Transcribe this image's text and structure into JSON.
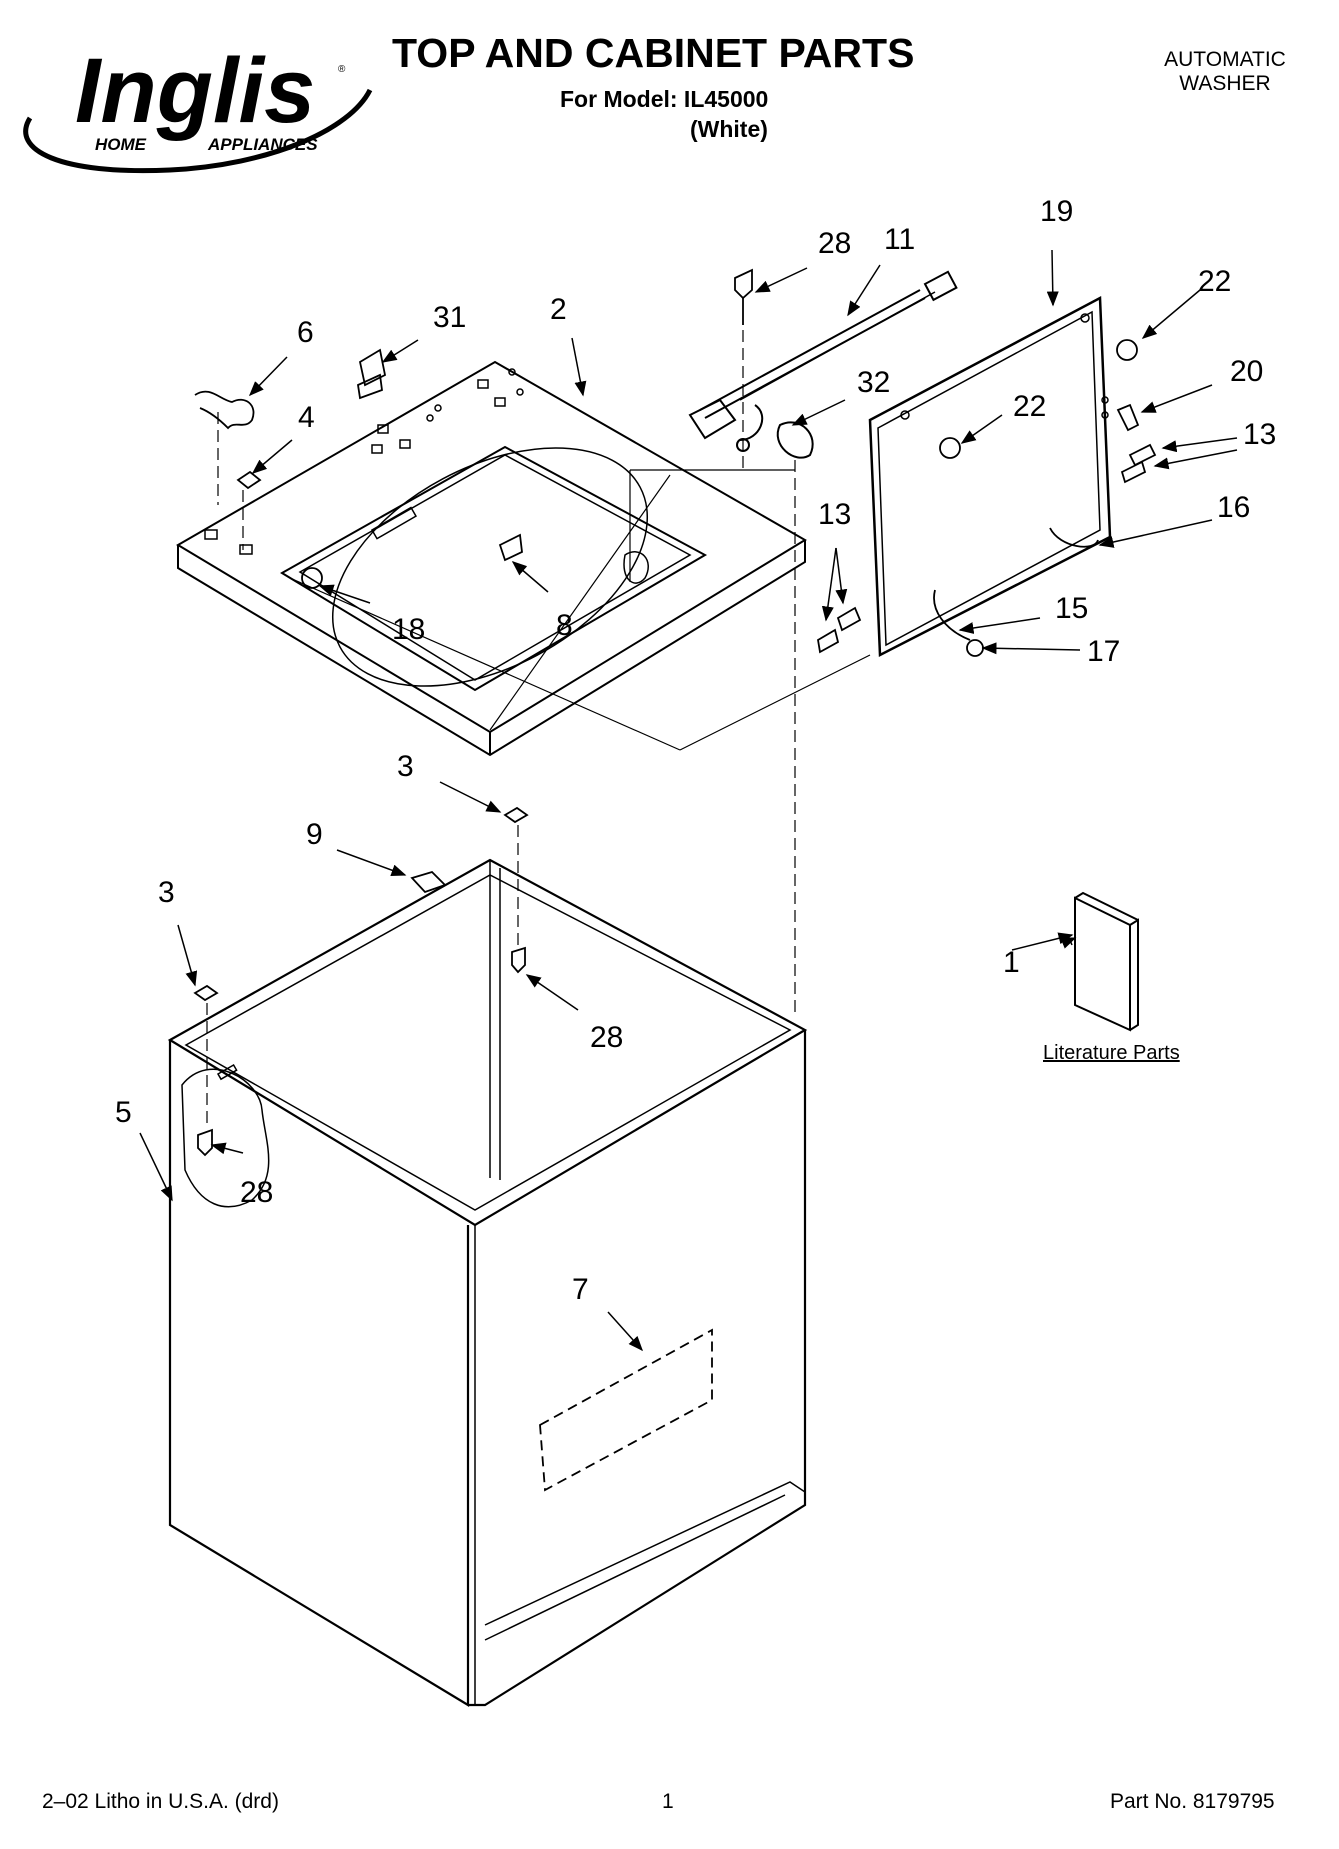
{
  "header": {
    "brand": "Inglis",
    "brand_sub_left": "HOME",
    "brand_sub_right": "APPLIANCES",
    "brand_mark": "®",
    "title": "TOP AND CABINET PARTS",
    "model": "For Model: IL45000",
    "color": "(White)",
    "washer_type_line1": "AUTOMATIC",
    "washer_type_line2": "WASHER"
  },
  "callouts": {
    "c19": "19",
    "c28a": "28",
    "c11": "11",
    "c22a": "22",
    "c31": "31",
    "c2": "2",
    "c6": "6",
    "c32": "32",
    "c20": "20",
    "c22b": "22",
    "c4": "4",
    "c13a": "13",
    "c13b": "13",
    "c16": "16",
    "c15": "15",
    "c17": "17",
    "c18": "18",
    "c8": "8",
    "c3a": "3",
    "c9": "9",
    "c3b": "3",
    "c28b": "28",
    "c1": "1",
    "c5": "5",
    "c28c": "28",
    "c7": "7"
  },
  "literature_label": "Literature Parts",
  "footer": {
    "left": "2–02 Litho in U.S.A. (drd)",
    "center": "1",
    "right": "Part No. 8179795"
  }
}
